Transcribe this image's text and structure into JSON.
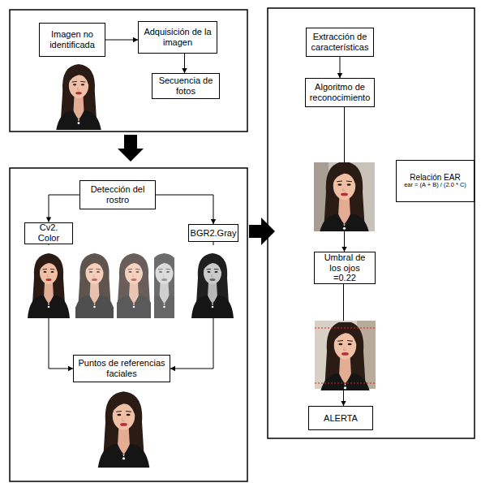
{
  "diagram": {
    "nodes": [
      {
        "text": [
          "Imagen no identificada"
        ]
      },
      {
        "text": [
          "Adquisición de la imagen"
        ]
      },
      {
        "text": [
          "Secuencia de fotos"
        ]
      },
      {
        "text": [
          "Detección del rostro"
        ]
      },
      {
        "text": [
          "Cv2. Color"
        ]
      },
      {
        "text": [
          "BGR2.Gray"
        ]
      },
      {
        "text": [
          "Puntos de referencias faciales"
        ]
      },
      {
        "text": [
          "Extracción de características"
        ]
      },
      {
        "text": [
          "Algoritmo de reconocimiento"
        ]
      },
      {
        "text": [
          "Relación EAR",
          "ear = (A + B) / (2.0 * C)"
        ]
      },
      {
        "text": [
          "Umbral de los ojos =0.22"
        ]
      },
      {
        "text": [
          "ALERTA"
        ]
      }
    ],
    "edges": [
      {
        "from": 0,
        "to": 1,
        "arrow": "to"
      },
      {
        "from": 1,
        "to": 2,
        "arrow": "to"
      },
      {
        "from": 3,
        "to": 4,
        "arrow": "to"
      },
      {
        "from": 3,
        "to": 5,
        "arrow": "to"
      },
      {
        "from": 4,
        "to": 6,
        "arrow": "to"
      },
      {
        "from": 5,
        "to": 6,
        "arrow": "to"
      },
      {
        "from": 7,
        "to": 8,
        "arrow": "to"
      },
      {
        "from": 8,
        "to": 10,
        "arrow": "to"
      },
      {
        "from": 10,
        "to": 11,
        "arrow": "to"
      }
    ]
  }
}
